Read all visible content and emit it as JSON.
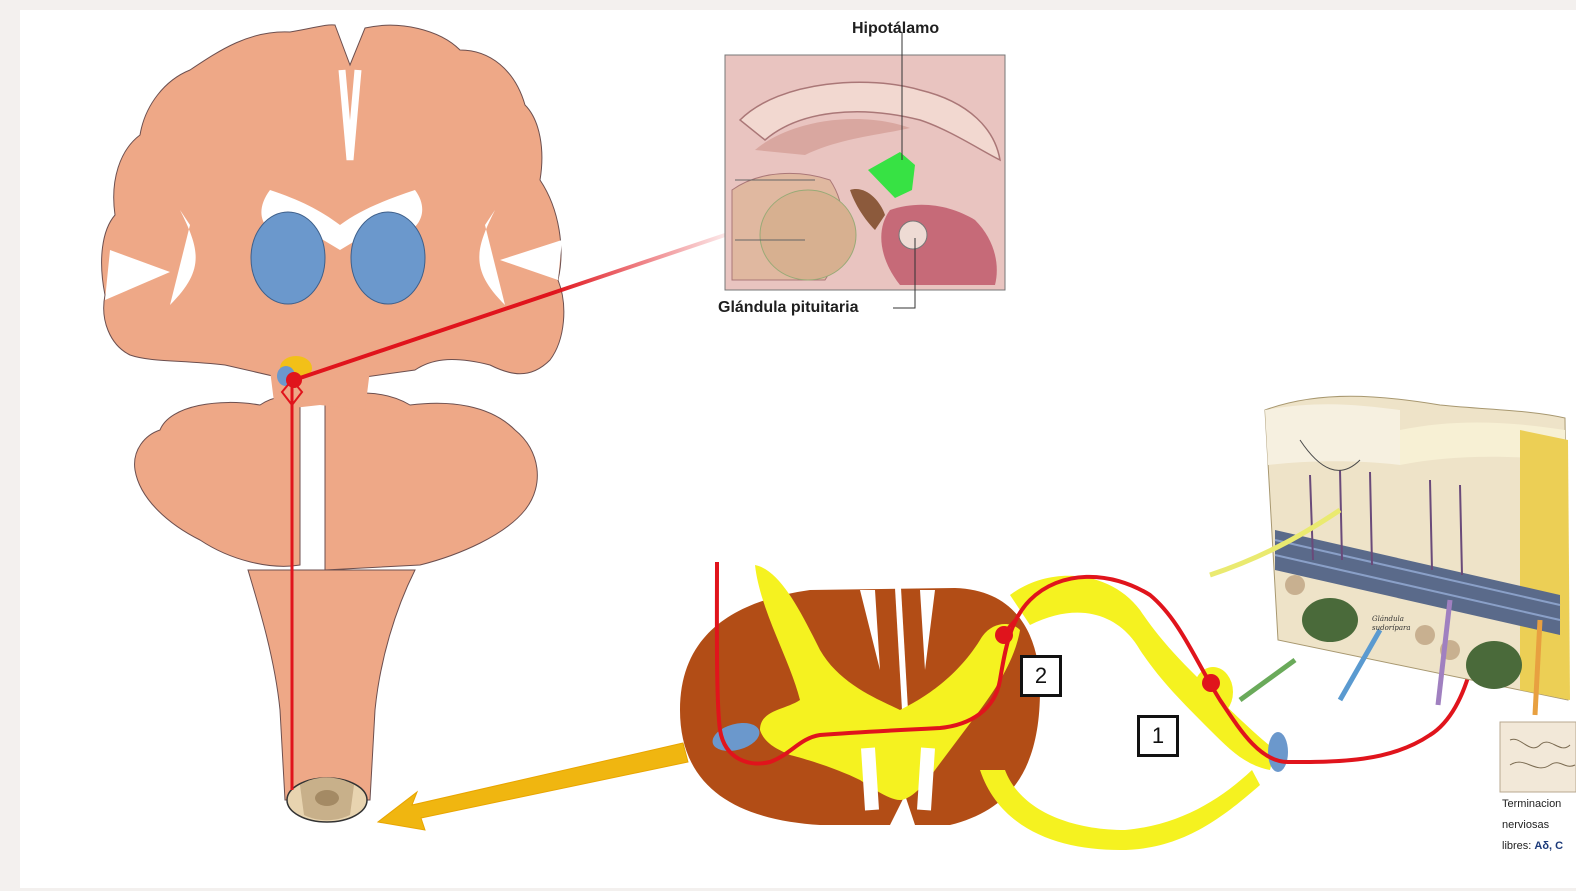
{
  "labels": {
    "hypothalamus": "Hipotálamo",
    "pituitary": "Glándula pituitaria"
  },
  "markers": {
    "box1": "1",
    "box2": "2"
  },
  "skin_caption": {
    "line1": "Terminacion",
    "line2": "nerviosas",
    "line3_prefix": "libres: ",
    "line3_emph": "Aδ, C",
    "gland_label": "Glándula sudorípara"
  },
  "colors": {
    "brain": "#eea887",
    "ventricle": "#6b98cc",
    "thalamus_marker": "#f2c018",
    "pathway": "#e0141c",
    "gray_matter": "#b24d16",
    "white_matter": "#f5f220",
    "arrow": "#f0b610",
    "hypothalamus_highlight": "#37e244"
  }
}
